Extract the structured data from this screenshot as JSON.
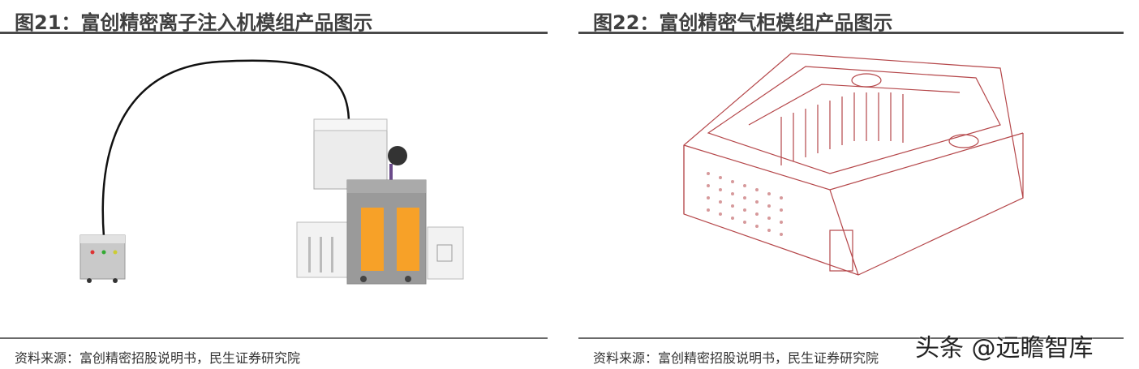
{
  "figures": [
    {
      "title": "图21：富创精密离子注入机模组产品图示",
      "source": "资料来源：富创精密招股说明书，民生证券研究院"
    },
    {
      "title": "图22：富创精密气柜模组产品图示",
      "source": "资料来源：富创精密招股说明书，民生证券研究院"
    }
  ],
  "watermark": "头条 @远瞻智库",
  "colors": {
    "orange": "#f7a128",
    "drawing_red": "#b5474a"
  }
}
